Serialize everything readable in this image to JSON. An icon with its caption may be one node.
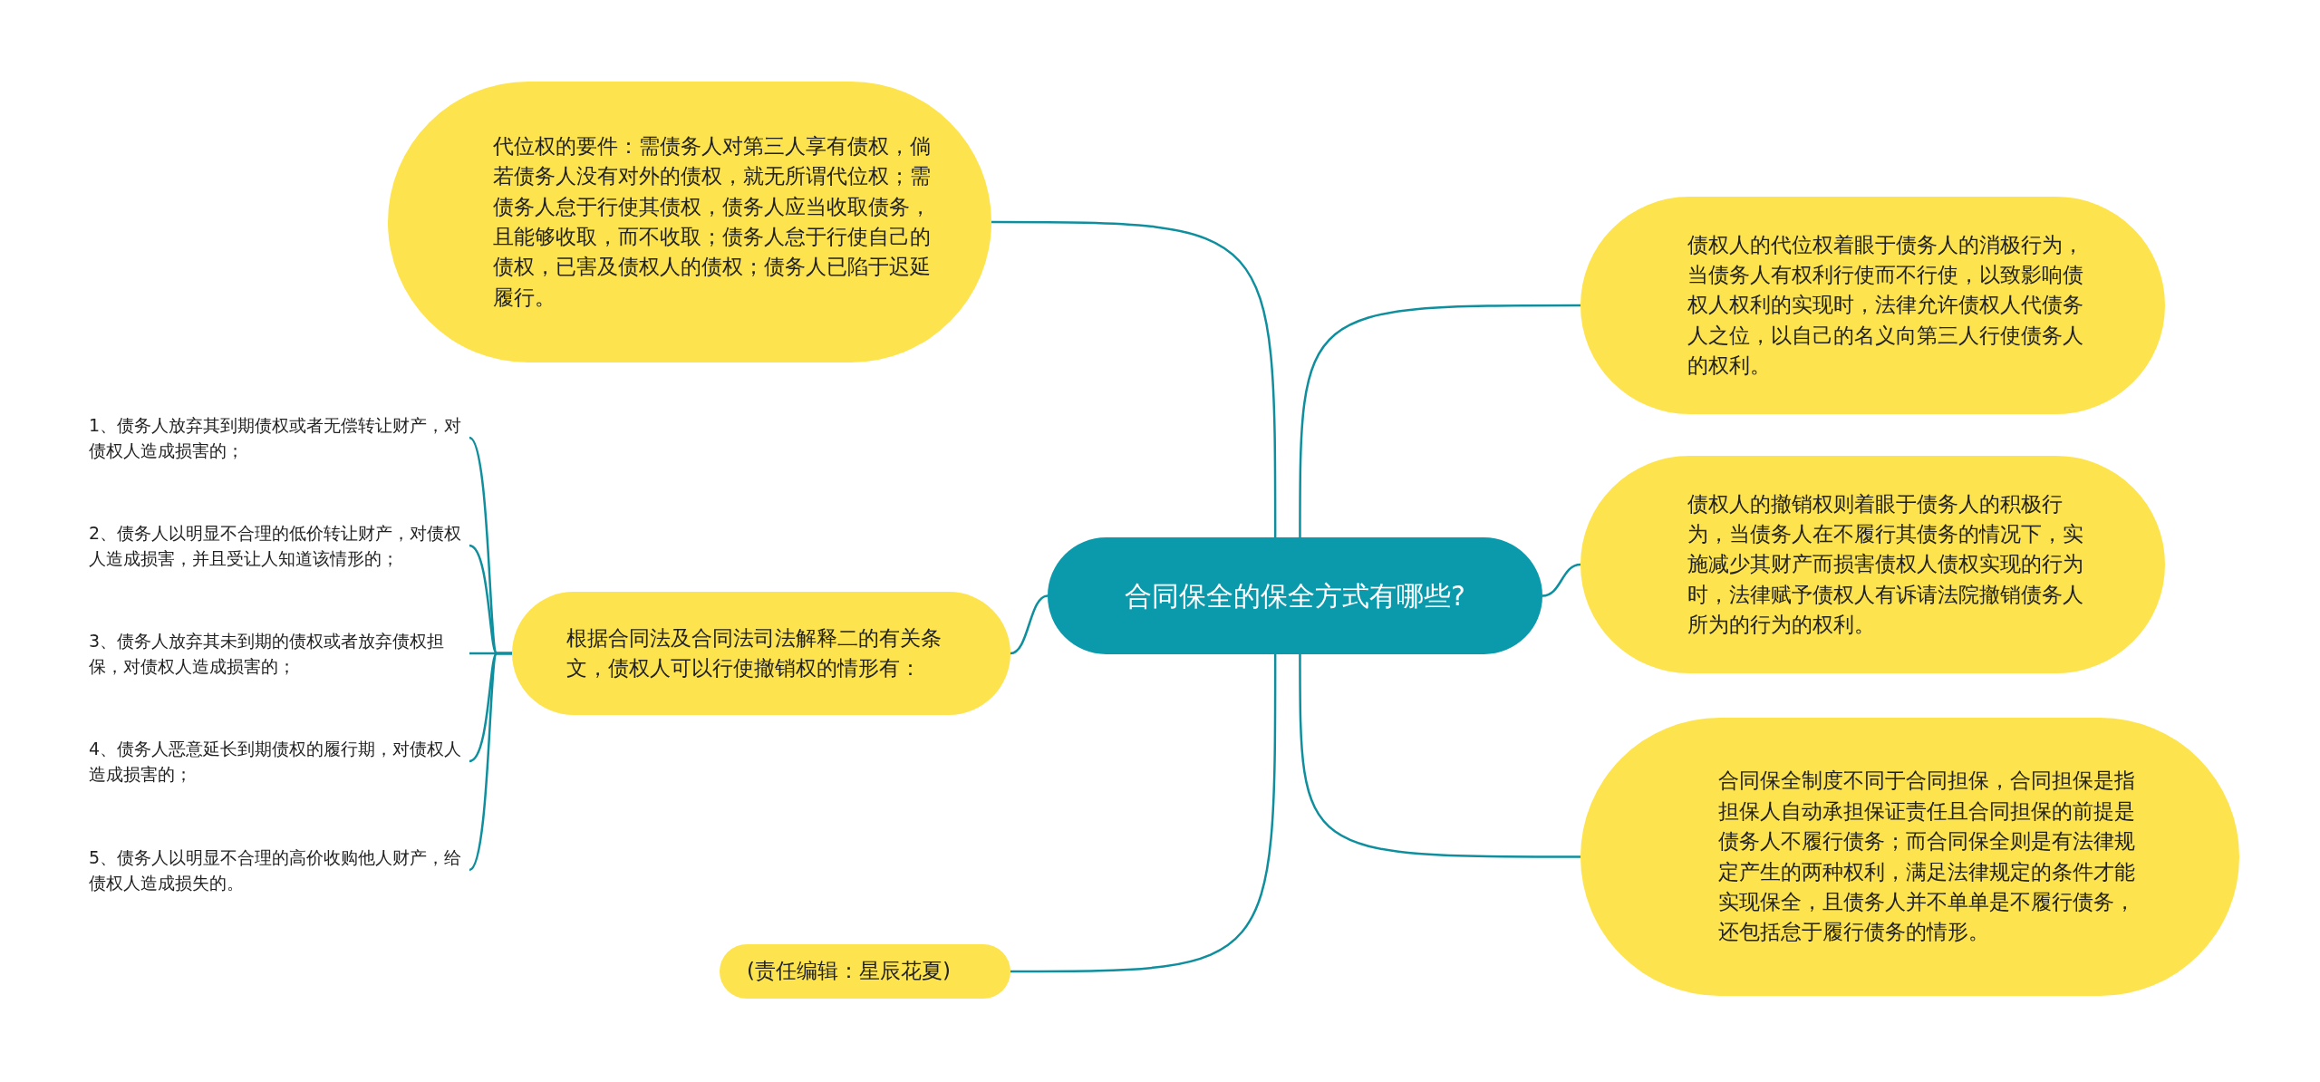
{
  "diagram": {
    "nodes": [
      {
        "text": [
          "合同保全的保全方式有哪些?"
        ]
      },
      {
        "text": [
          "代位权的要件：需债务人对第三人享有债权，倘若债务人没有对外的债权，就无所谓代位权；需债务人怠于行使其债权，债务人应当收取债务，且能够收取，而不收取；债务人怠于行使自己的债权，已害及债权人的债权；债务人已陷于迟延履行。"
        ]
      },
      {
        "text": [
          "根据合同法及合同法司法解释二的有关条文，债权人可以行使撤销权的情形有："
        ]
      },
      {
        "text": [
          "1、债务人放弃其到期债权或者无偿转让财产，对债权人造成损害的；"
        ]
      },
      {
        "text": [
          "2、债务人以明显不合理的低价转让财产，对债权人造成损害，并且受让人知道该情形的；"
        ]
      },
      {
        "text": [
          "3、债务人放弃其未到期的债权或者放弃债权担保，对债权人造成损害的；"
        ]
      },
      {
        "text": [
          "4、债务人恶意延长到期债权的履行期，对债权人造成损害的；"
        ]
      },
      {
        "text": [
          "5、债务人以明显不合理的高价收购他人财产，给债权人造成损失的。"
        ]
      },
      {
        "text": [
          "(责任编辑：星辰花夏)"
        ]
      },
      {
        "text": [
          "债权人的代位权着眼于债务人的消极行为，当债务人有权利行使而不行使，以致影响债权人权利的实现时，法律允许债权人代债务人之位，以自己的名义向第三人行使债务人的权利。"
        ]
      },
      {
        "text": [
          "债权人的撤销权则着眼于债务人的积极行为，当债务人在不履行其债务的情况下，实施减少其财产而损害债权人债权实现的行为时，法律赋予债权人有诉请法院撤销债务人所为的行为的权利。"
        ]
      },
      {
        "text": [
          "合同保全制度不同于合同担保，合同担保是指担保人自动承担保证责任且合同担保的前提是债务人不履行债务；而合同保全则是有法律规定产生的两种权利，满足法律规定的条件才能实现保全，且债务人并不单单是不履行债务，还包括怠于履行债务的情形。"
        ]
      }
    ],
    "edges": [
      {
        "from": 0,
        "to": 1,
        "arrow": "none"
      },
      {
        "from": 0,
        "to": 2,
        "arrow": "none"
      },
      {
        "from": 2,
        "to": 3,
        "arrow": "none"
      },
      {
        "from": 2,
        "to": 4,
        "arrow": "none"
      },
      {
        "from": 2,
        "to": 5,
        "arrow": "none"
      },
      {
        "from": 2,
        "to": 6,
        "arrow": "none"
      },
      {
        "from": 2,
        "to": 7,
        "arrow": "none"
      },
      {
        "from": 0,
        "to": 8,
        "arrow": "none"
      },
      {
        "from": 0,
        "to": 9,
        "arrow": "none"
      },
      {
        "from": 0,
        "to": 10,
        "arrow": "none"
      },
      {
        "from": 0,
        "to": 11,
        "arrow": "none"
      }
    ]
  }
}
